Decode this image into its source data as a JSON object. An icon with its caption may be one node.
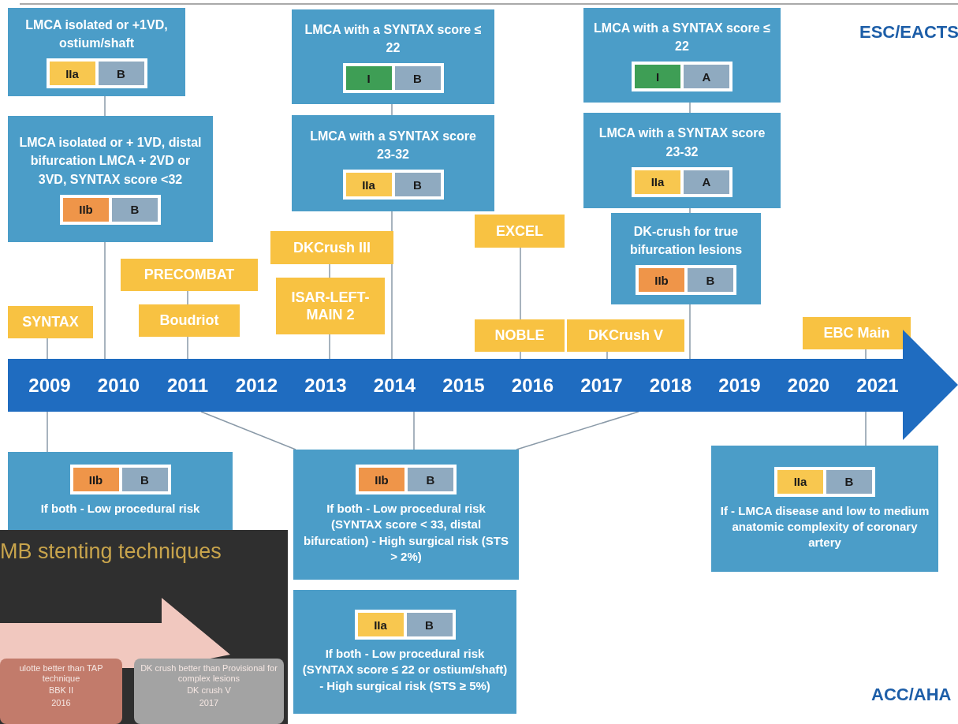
{
  "diagram": {
    "nodes": [
      {
        "text": [
          "LMCA isolated or +1VD, ostium/shaft"
        ]
      },
      {
        "text": [
          "IIa"
        ],
        "in": 0
      },
      {
        "text": [
          "B"
        ],
        "in": 0
      },
      {
        "text": [
          "LMCA isolated or + 1VD, distal bifurcation LMCA + 2VD or 3VD, SYNTAX score <32"
        ]
      },
      {
        "text": [
          "IIb"
        ],
        "in": 3
      },
      {
        "text": [
          "B"
        ],
        "in": 3
      },
      {
        "text": [
          "LMCA with a SYNTAX score ≤ 22"
        ]
      },
      {
        "text": [
          "I"
        ],
        "in": 6
      },
      {
        "text": [
          "B"
        ],
        "in": 6
      },
      {
        "text": [
          "LMCA with a SYNTAX score 23-32"
        ]
      },
      {
        "text": [
          "IIa"
        ],
        "in": 9
      },
      {
        "text": [
          "B"
        ],
        "in": 9
      },
      {
        "text": [
          "LMCA with a SYNTAX score ≤ 22"
        ]
      },
      {
        "text": [
          "I"
        ],
        "in": 12
      },
      {
        "text": [
          "A"
        ],
        "in": 12
      },
      {
        "text": [
          "LMCA with a SYNTAX score 23-32"
        ]
      },
      {
        "text": [
          "IIa"
        ],
        "in": 15
      },
      {
        "text": [
          "A"
        ],
        "in": 15
      },
      {
        "text": [
          "DK-crush for true bifurcation lesions"
        ]
      },
      {
        "text": [
          "IIb"
        ],
        "in": 18
      },
      {
        "text": [
          "B"
        ],
        "in": 18
      },
      {
        "text": [
          "SYNTAX"
        ]
      },
      {
        "text": [
          "PRECOMBAT"
        ]
      },
      {
        "text": [
          "Boudriot"
        ]
      },
      {
        "text": [
          "DKCrush III"
        ]
      },
      {
        "text": [
          "ISAR-LEFT-MAIN 2"
        ]
      },
      {
        "text": [
          "EXCEL"
        ]
      },
      {
        "text": [
          "NOBLE"
        ]
      },
      {
        "text": [
          "DKCrush V"
        ]
      },
      {
        "text": [
          "EBC Main"
        ]
      },
      {
        "text": [
          "2009",
          "2010",
          "2011",
          "2012",
          "2013",
          "2014",
          "2015",
          "2016",
          "2017",
          "2018",
          "2019",
          "2020",
          "2021"
        ]
      },
      {
        "text": [
          "If both - Low procedural risk"
        ]
      },
      {
        "text": [
          "IIb"
        ],
        "in": 31
      },
      {
        "text": [
          "B"
        ],
        "in": 31
      },
      {
        "text": [
          "If both - Low procedural risk (SYNTAX score < 33, distal bifurcation) - High surgical risk (STS > 2%)"
        ]
      },
      {
        "text": [
          "IIb"
        ],
        "in": 34
      },
      {
        "text": [
          "B"
        ],
        "in": 34
      },
      {
        "text": [
          "If both - Low procedural risk (SYNTAX score ≤ 22 or ostium/shaft) - High surgical risk (STS ≥ 5%)"
        ]
      },
      {
        "text": [
          "IIa"
        ],
        "in": 37
      },
      {
        "text": [
          "B"
        ],
        "in": 37
      },
      {
        "text": [
          "If - LMCA disease and low to medium anatomic complexity of coronary artery"
        ]
      },
      {
        "text": [
          "IIa"
        ],
        "in": 40
      },
      {
        "text": [
          "B"
        ],
        "in": 40
      },
      {
        "text": [
          "MB stenting techniques"
        ]
      },
      {
        "text": [
          "ulotte better than TAP technique",
          "BBK II",
          "2016"
        ],
        "in": 43
      },
      {
        "text": [
          "DK crush better than Provisional for complex lesions",
          "DK crush V",
          "2017"
        ],
        "in": 43
      }
    ],
    "edges": [
      {
        "from": 0,
        "to": 3,
        "arrow": "none"
      },
      {
        "from": 3,
        "to": 30,
        "arrow": "none"
      },
      {
        "from": 6,
        "to": 9,
        "arrow": "none"
      },
      {
        "from": 9,
        "to": 30,
        "arrow": "none"
      },
      {
        "from": 12,
        "to": 15,
        "arrow": "none"
      },
      {
        "from": 15,
        "to": 18,
        "arrow": "none"
      },
      {
        "from": 18,
        "to": 30,
        "arrow": "none"
      },
      {
        "from": 21,
        "to": 30,
        "arrow": "none"
      },
      {
        "from": 22,
        "to": 23,
        "arrow": "none"
      },
      {
        "from": 23,
        "to": 30,
        "arrow": "none"
      },
      {
        "from": 24,
        "to": 25,
        "arrow": "none"
      },
      {
        "from": 25,
        "to": 30,
        "arrow": "none"
      },
      {
        "from": 26,
        "to": 27,
        "arrow": "none"
      },
      {
        "from": 27,
        "to": 30,
        "arrow": "none"
      },
      {
        "from": 28,
        "to": 30,
        "arrow": "none"
      },
      {
        "from": 29,
        "to": 30,
        "arrow": "none"
      },
      {
        "from": 30,
        "to": 31,
        "arrow": "none"
      },
      {
        "from": 30,
        "to": 34,
        "arrow": "none"
      },
      {
        "from": 30,
        "to": 34,
        "arrow": "none"
      },
      {
        "from": 30,
        "to": 34,
        "arrow": "none"
      },
      {
        "from": 30,
        "to": 40,
        "arrow": "none"
      }
    ],
    "labels": [
      "ESC/EACTS",
      "ACC/AHA"
    ]
  }
}
